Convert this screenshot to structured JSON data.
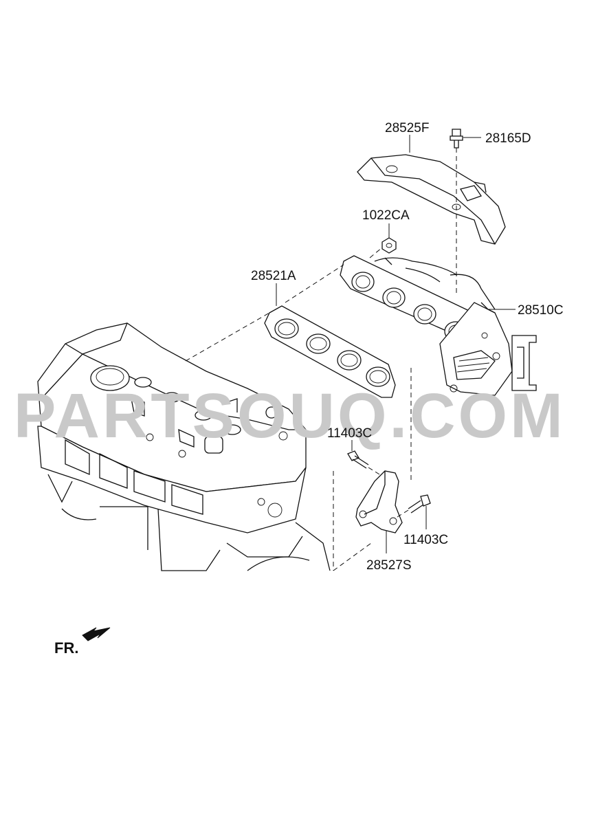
{
  "watermark": "PARTSOUQ.COM",
  "orientation": {
    "label": "FR."
  },
  "parts": {
    "heat_protector": "28525F",
    "heat_protector_bolt": "28165D",
    "nut": "1022CA",
    "manifold_gasket": "28521A",
    "manifold_catalytic_converter": "28510C",
    "bracket_bolt_upper": "11403C",
    "bracket_bolt_lower": "11403C",
    "manifold_bracket": "28527S"
  }
}
